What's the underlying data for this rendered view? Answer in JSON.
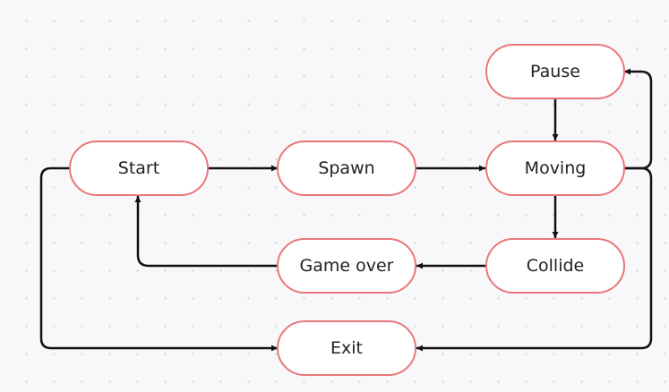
{
  "diagram": {
    "nodes": [
      {
        "id": "start",
        "label": "Start"
      },
      {
        "id": "spawn",
        "label": "Spawn"
      },
      {
        "id": "moving",
        "label": "Moving"
      },
      {
        "id": "pause",
        "label": "Pause"
      },
      {
        "id": "collide",
        "label": "Collide"
      },
      {
        "id": "game_over",
        "label": "Game over"
      },
      {
        "id": "exit",
        "label": "Exit"
      }
    ],
    "edges": [
      {
        "from": "start",
        "to": "spawn"
      },
      {
        "from": "spawn",
        "to": "moving"
      },
      {
        "from": "pause",
        "to": "moving"
      },
      {
        "from": "moving",
        "to": "pause"
      },
      {
        "from": "moving",
        "to": "collide"
      },
      {
        "from": "collide",
        "to": "game_over"
      },
      {
        "from": "game_over",
        "to": "start"
      },
      {
        "from": "start",
        "to": "exit"
      },
      {
        "from": "moving",
        "to": "exit"
      }
    ],
    "colors": {
      "node_border": "#e8777a",
      "node_fill": "#ffffff",
      "edge": "#111111",
      "background": "#f8f8fb"
    }
  }
}
